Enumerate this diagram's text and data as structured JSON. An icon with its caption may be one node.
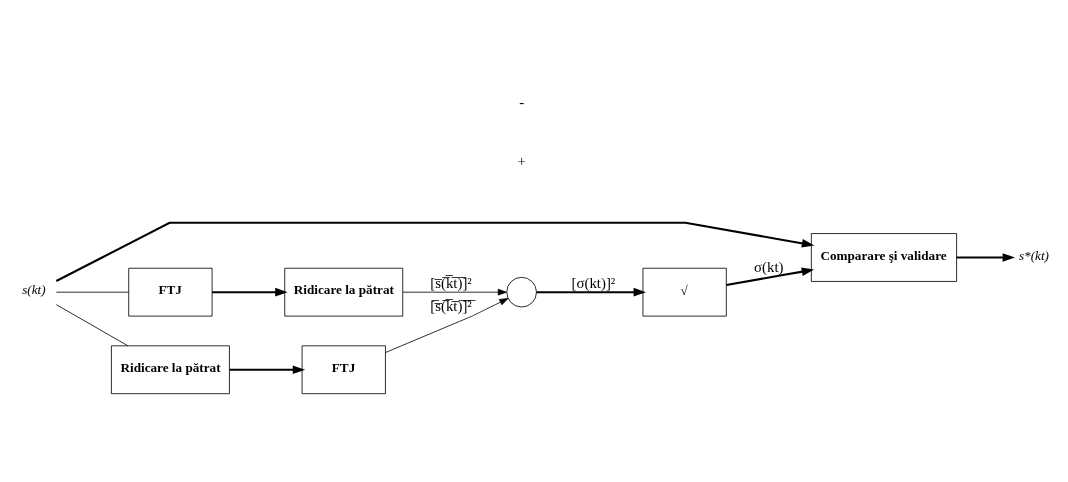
{
  "diagram": {
    "nodes": [
      {
        "text": [
          "s(kt)"
        ]
      },
      {
        "text": [
          "Comparare şi validare"
        ]
      },
      {
        "text": [
          "FTJ"
        ]
      },
      {
        "text": [
          "Ridicare la pătrat"
        ]
      },
      {
        "text": [],
        "shape": "circle"
      },
      {
        "text": [
          "Ridicare la pătrat"
        ]
      },
      {
        "text": [
          "FTJ"
        ]
      },
      {
        "text": [
          "√"
        ]
      },
      {
        "text": [
          "s*(kt)"
        ]
      }
    ],
    "edges": [
      {
        "from": 0,
        "to": 1,
        "arrow": "to"
      },
      {
        "from": 0,
        "to": 2,
        "arrow": "none"
      },
      {
        "from": 0,
        "to": 5,
        "arrow": "none"
      },
      {
        "from": 2,
        "to": 3,
        "arrow": "to"
      },
      {
        "from": 3,
        "to": 4,
        "arrow": "to",
        "label": "[s̅(̅k̅t̅)̅]²"
      },
      {
        "from": 5,
        "to": 6,
        "arrow": "to"
      },
      {
        "from": 6,
        "to": 4,
        "arrow": "to",
        "label": "[̅s̅(̅k̅t̅)̅]̅²̅"
      },
      {
        "from": 4,
        "to": 7,
        "arrow": "to",
        "label": "[σ(kt)]²"
      },
      {
        "from": 7,
        "to": 1,
        "arrow": "to",
        "label": "σ(kt)"
      },
      {
        "from": 1,
        "to": 8,
        "arrow": "to"
      }
    ],
    "labels": [
      "+",
      "-"
    ]
  }
}
